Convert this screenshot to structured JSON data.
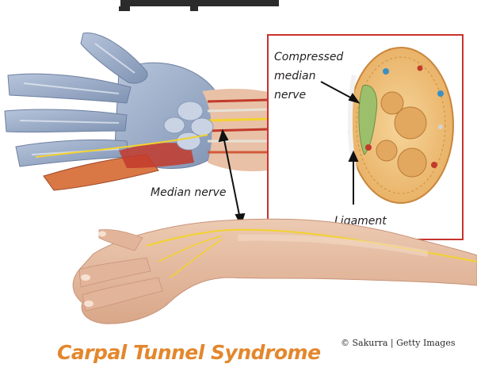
{
  "labels": {
    "compressed_nerve": [
      "Compressed",
      "median",
      "nerve"
    ],
    "median_nerve": "Median nerve",
    "ligament": "Ligament"
  },
  "title": "Carpal Tunnel Syndrome",
  "credit": "© Sakurra | Getty Images",
  "colors": {
    "inset_border": "#c8332e",
    "title": "#e3872d",
    "skin": "#e8bfa3",
    "hand_bones": "#9fb1cc",
    "nerve": "#f2d22e",
    "muscle": "#c23a2b"
  }
}
